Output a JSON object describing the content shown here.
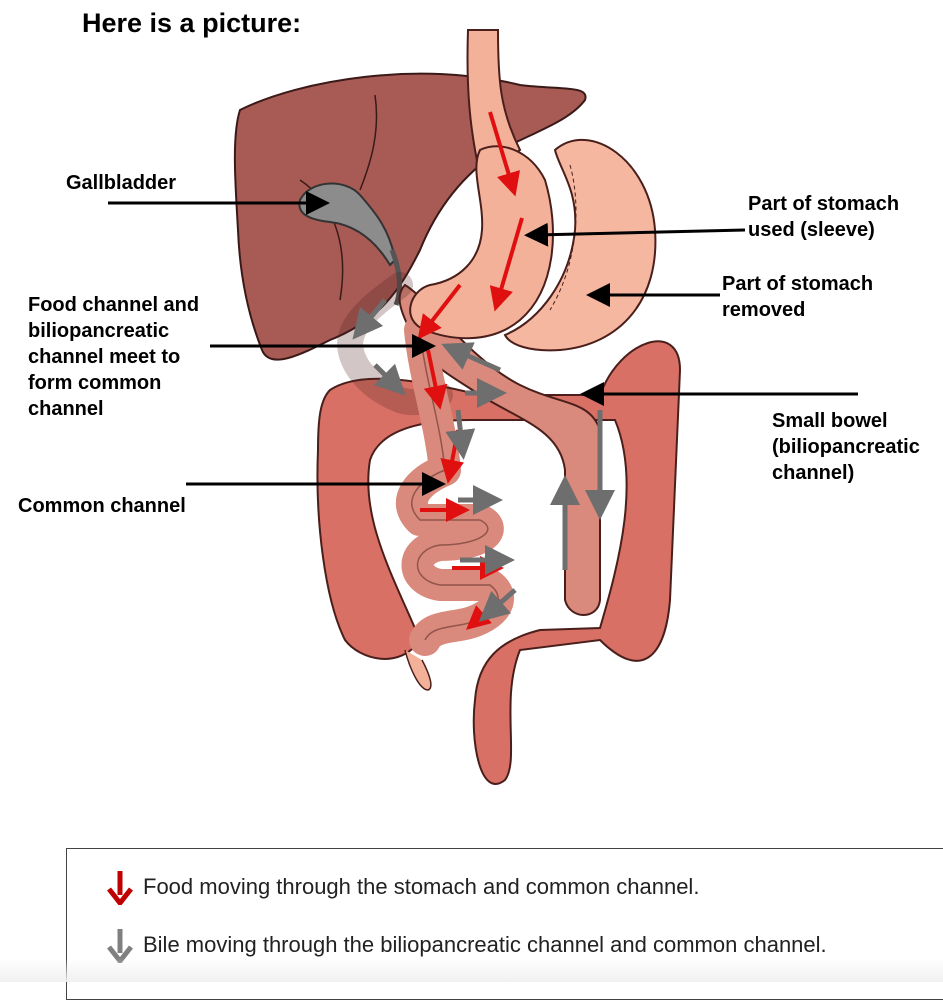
{
  "heading": "Here is a picture:",
  "labels": {
    "gallbladder": "Gallbladder",
    "sleeve": "Part of stomach\nused (sleeve)",
    "removed": "Part of stomach\nremoved",
    "meet": "Food channel and\nbiliopancreatic\nchannel meet to\nform common\nchannel",
    "small_bowel": "Small bowel\n(biliopancreatic\nchannel)",
    "common": "Common channel"
  },
  "legend": {
    "food": "Food moving through the stomach and common channel.",
    "bile": "Bile moving through the biliopancreatic channel and common channel."
  },
  "colors": {
    "liver": "#a85a55",
    "stomach_sleeve": "#f4b19a",
    "stomach_removed": "#f6b7a0",
    "colon": "#d97066",
    "small_bowel": "#d98a7c",
    "gallbladder": "#8c8c8c",
    "food_arrow": "#e01010",
    "bile_arrow": "#6e6e6e"
  }
}
